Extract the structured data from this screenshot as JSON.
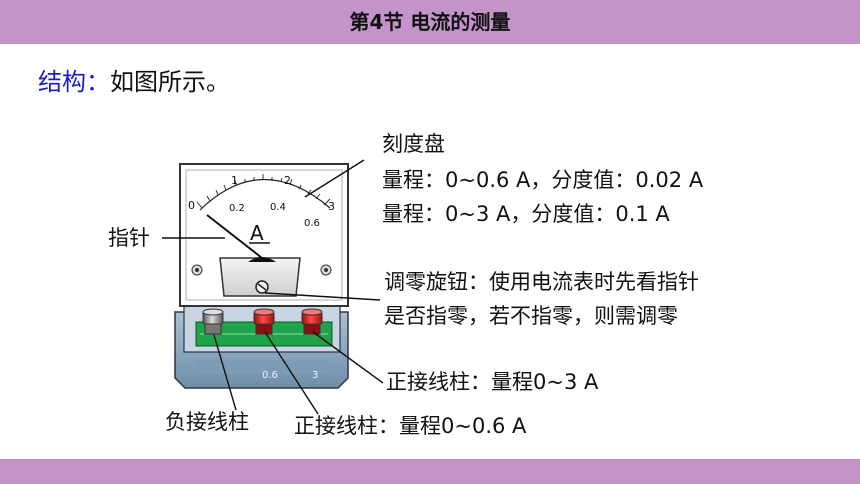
{
  "header": {
    "title": "第4节  电流的测量"
  },
  "heading": {
    "keyword": "结构",
    "colon": "：",
    "text": "如图所示。"
  },
  "labels": {
    "dial": "刻度盘",
    "range1": "量程：0~0.6 A，分度值：0.02 A",
    "range2": "量程：0~3 A，分度值：0.1 A",
    "pointer": "指针",
    "knob_line1": "调零旋钮：使用电流表时先看指针",
    "knob_line2": "是否指零，若不指零，则需调零",
    "pos_3a": "正接线柱：量程0~3 A",
    "negative": "负接线柱",
    "pos_06a": "正接线柱：量程0~0.6 A"
  },
  "meter": {
    "unit": "A",
    "scale_top": [
      "0",
      "1",
      "2",
      "3"
    ],
    "scale_bottom": [
      "0.2",
      "0.4",
      "0.6"
    ],
    "terminal_marks": [
      "0.6",
      "3"
    ]
  },
  "colors": {
    "bar": "#c393c9",
    "keyword": "#1a1acc",
    "terminal_red": "#d42020",
    "board_green": "#1fa24a",
    "base_blue": "#8ca9c2"
  }
}
